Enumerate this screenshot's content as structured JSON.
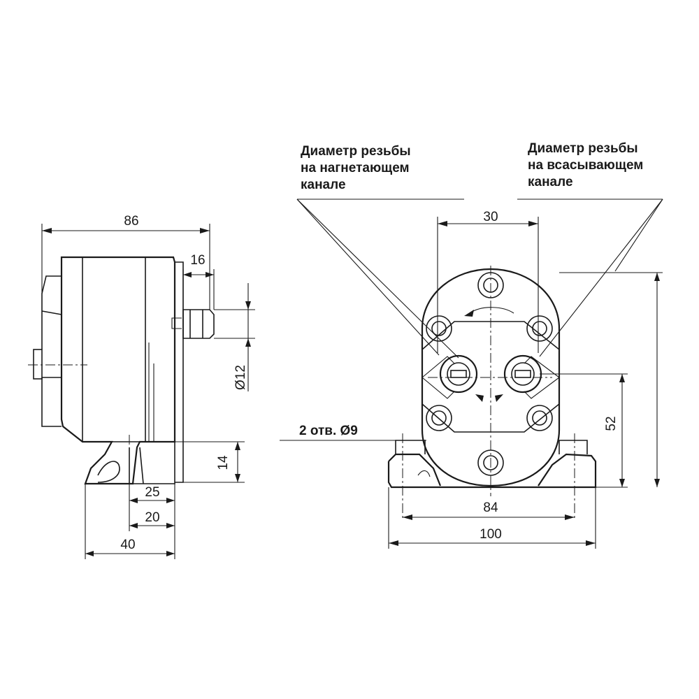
{
  "labels": {
    "pressure_line1": "Диаметр резьбы",
    "pressure_line2": "на нагнетающем",
    "pressure_line3": "канале",
    "suction_line1": "Диаметр резьбы",
    "suction_line2": "на всасывающем",
    "suction_line3": "канале",
    "holes": "2 отв. Ø9"
  },
  "dimensions": {
    "overall_length": "86",
    "shaft_length": "16",
    "shaft_diameter": "Ø12",
    "foot_height": "14",
    "dim_25": "25",
    "dim_20": "20",
    "dim_40": "40",
    "port_spacing": "30",
    "shaft_height": "52",
    "hole_spacing": "84",
    "base_width": "100"
  }
}
